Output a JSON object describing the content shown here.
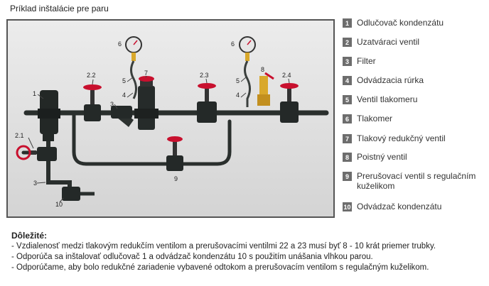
{
  "title": "Príklad inštalácie pre paru",
  "diagram_labels": {
    "n1": "1",
    "n2_1": "2.1",
    "n2_2": "2.2",
    "n2_3": "2.3",
    "n2_4": "2.4",
    "n3a": "3",
    "n3b": "3",
    "n4a": "4",
    "n4b": "4",
    "n5a": "5",
    "n5b": "5",
    "n6a": "6",
    "n6b": "6",
    "n7": "7",
    "n8": "8",
    "n9": "9",
    "n10": "10"
  },
  "legend": [
    {
      "num": "1",
      "label": "Odlučovač kondenzátu"
    },
    {
      "num": "2",
      "label": "Uzatváraci ventil"
    },
    {
      "num": "3",
      "label": "Filter"
    },
    {
      "num": "4",
      "label": "Odvádzacia rúrka"
    },
    {
      "num": "5",
      "label": "Ventil tlakomeru"
    },
    {
      "num": "6",
      "label": "Tlakomer"
    },
    {
      "num": "7",
      "label": "Tlakový redukčný ventil"
    },
    {
      "num": "8",
      "label": "Poistný ventil"
    },
    {
      "num": "9",
      "label": "Prerušovací ventil s regulačním kuželikom"
    },
    {
      "num": "10",
      "label": "Odvádzač kondenzátu"
    }
  ],
  "notes": {
    "title": "Dôležité:",
    "items": [
      "- Vzdialenosť medzi tlakovým redukčím ventilom a prerušovacími ventilmi 22 a 23 musí byť 8 - 10 krát priemer trubky.",
      "- Odporúča sa inštalovať odlučovač 1 a odvádzač kondenzátu 10 s použitím unášania vlhkou parou.",
      "- Odporúčame, aby bolo redukčné zariadenie vybavené odtokom a prerušovacím ventilom s regulačným kuželikom."
    ]
  },
  "colors": {
    "pipe": "#2a2f2d",
    "handwheel": "#c8102e",
    "gauge_body": "#d9a82b",
    "panel_border": "#555555",
    "legend_badge": "#6d6d6d"
  }
}
